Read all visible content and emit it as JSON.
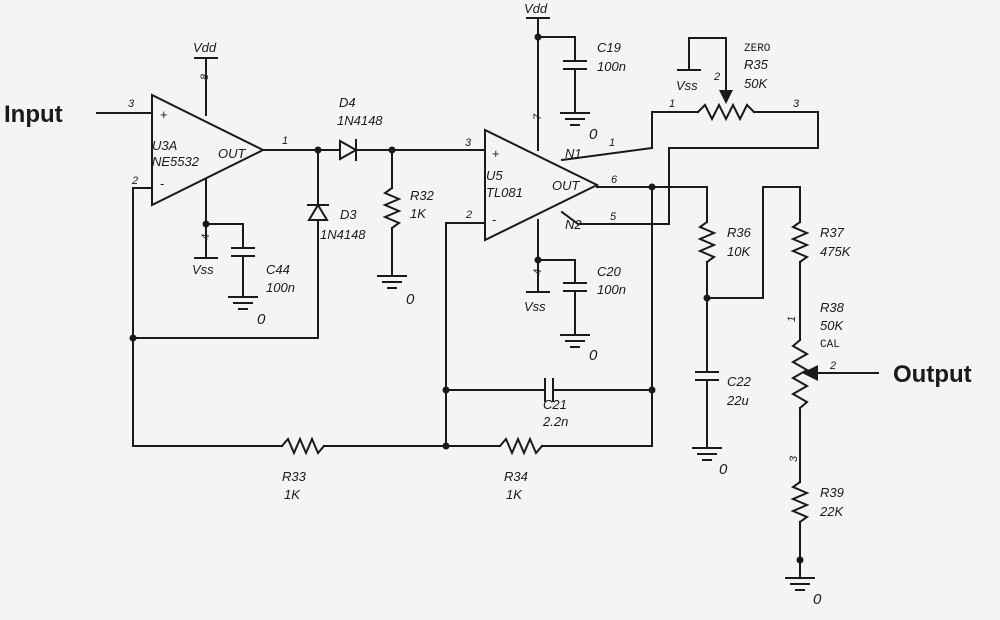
{
  "labels": {
    "input": "Input",
    "output": "Output",
    "vdd": "Vdd",
    "vss": "Vss",
    "gnd": "0",
    "plus": "+",
    "minus": "-",
    "out": "OUT"
  },
  "components": {
    "u3a": {
      "ref": "U3A",
      "part": "NE5532"
    },
    "u5": {
      "ref": "U5",
      "part": "TL081",
      "n1": "N1",
      "n2": "N2"
    },
    "d4": {
      "ref": "D4",
      "part": "1N4148"
    },
    "d3": {
      "ref": "D3",
      "part": "1N4148"
    },
    "r32": {
      "ref": "R32",
      "value": "1K"
    },
    "r33": {
      "ref": "R33",
      "value": "1K"
    },
    "r34": {
      "ref": "R34",
      "value": "1K"
    },
    "r35": {
      "ref": "R35",
      "value": "50K",
      "note": "ZERO"
    },
    "r36": {
      "ref": "R36",
      "value": "10K"
    },
    "r37": {
      "ref": "R37",
      "value": "475K"
    },
    "r38": {
      "ref": "R38",
      "value": "50K",
      "note": "CAL"
    },
    "r39": {
      "ref": "R39",
      "value": "22K"
    },
    "c19": {
      "ref": "C19",
      "value": "100n"
    },
    "c20": {
      "ref": "C20",
      "value": "100n"
    },
    "c21": {
      "ref": "C21",
      "value": "2.2n"
    },
    "c22": {
      "ref": "C22",
      "value": "22u"
    },
    "c44": {
      "ref": "C44",
      "value": "100n"
    }
  },
  "pins": {
    "u3a_in_plus": "3",
    "u3a_in_minus": "2",
    "u3a_out": "1",
    "u3a_vdd": "8",
    "u3a_vss": "4",
    "u5_in_plus": "3",
    "u5_in_minus": "2",
    "u5_out": "6",
    "u5_vdd": "7",
    "u5_vss": "4",
    "u5_n1": "1",
    "u5_n2": "5",
    "r35_a": "1",
    "r35_w": "2",
    "r35_b": "3",
    "r38_a": "1",
    "r38_w": "2",
    "r38_b": "3"
  }
}
